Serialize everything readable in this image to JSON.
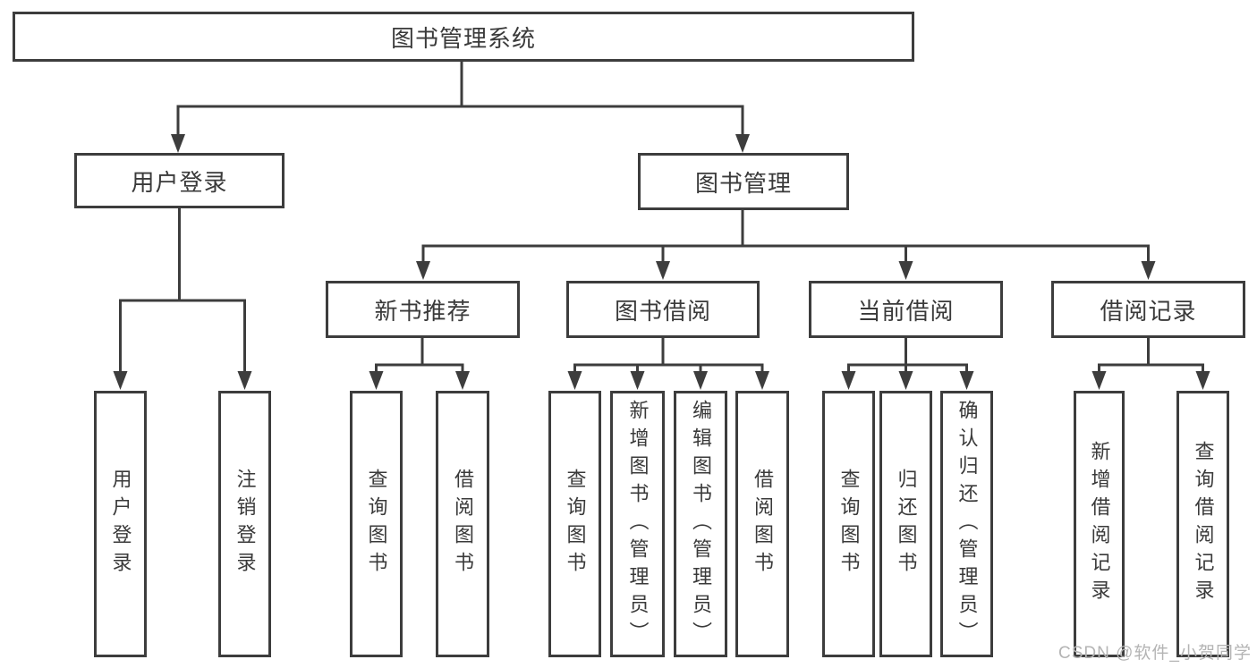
{
  "diagram": {
    "root": "图书管理系统",
    "branches": [
      {
        "label": "用户登录",
        "leaves": [
          "用户登录",
          "注销登录"
        ]
      },
      {
        "label": "图书管理",
        "groups": [
          {
            "label": "新书推荐",
            "leaves": [
              "查询图书",
              "借阅图书"
            ]
          },
          {
            "label": "图书借阅",
            "leaves": [
              "查询图书",
              "新增图书（管理员）",
              "编辑图书（管理员）",
              "借阅图书"
            ]
          },
          {
            "label": "当前借阅",
            "leaves": [
              "查询图书",
              "归还图书",
              "确认归还（管理员）"
            ]
          },
          {
            "label": "借阅记录",
            "leaves": [
              "新增借阅记录",
              "查询借阅记录"
            ]
          }
        ]
      }
    ]
  },
  "watermark": {
    "text": "CSDN @软件_小贺同学"
  },
  "colors": {
    "line": "#3d3d3d",
    "text": "#3a3a3a",
    "watermark": "#b4b4b4",
    "background": "#ffffff"
  }
}
